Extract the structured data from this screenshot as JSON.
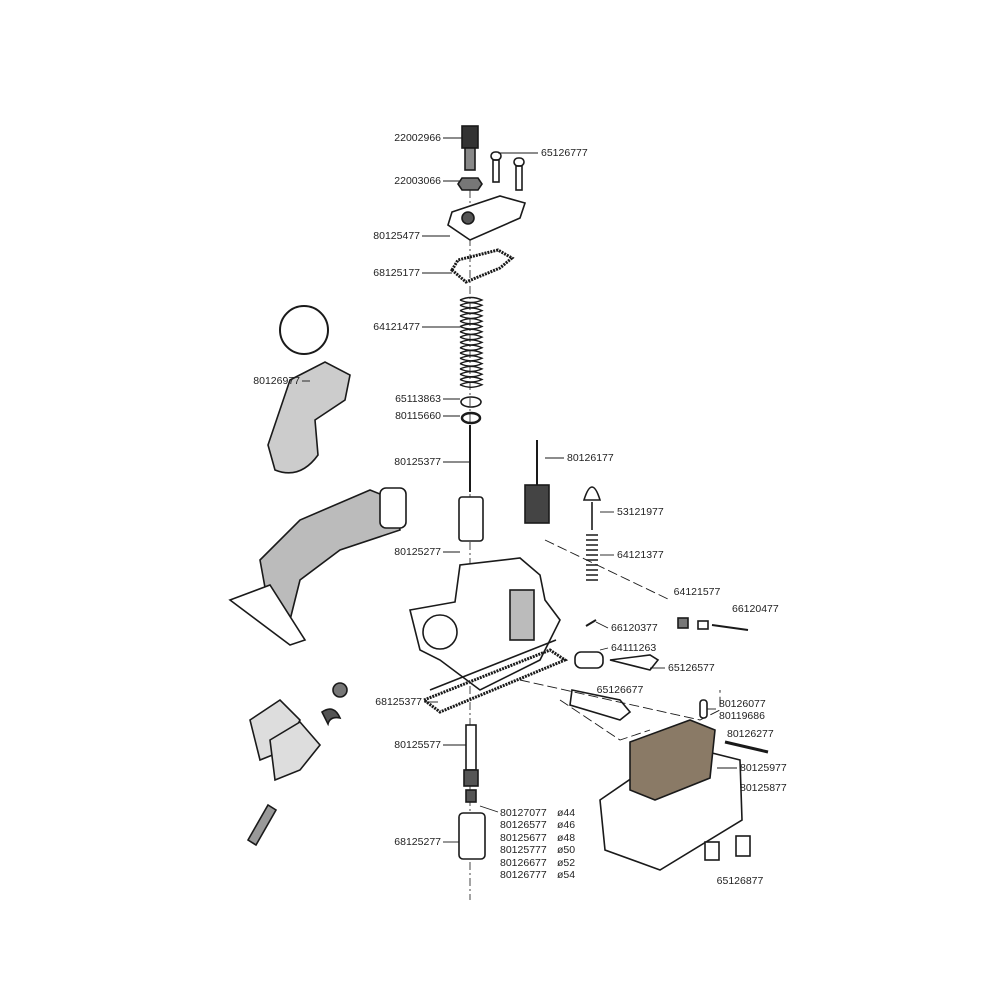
{
  "diagram": {
    "type": "exploded parts diagram (carburetor)",
    "part_labels": [
      "22002966",
      "22003066",
      "65126777",
      "80125477",
      "68125177",
      "64121477",
      "80126977",
      "65113863",
      "80115660",
      "80125377",
      "80126177",
      "53121977",
      "80125277",
      "64121377",
      "64121577",
      "66120477",
      "66120377",
      "64111263",
      "65126577",
      "65126677",
      "68125377",
      "80126077",
      "80119686",
      "80125577",
      "80126277",
      "80125977",
      "80125877",
      "68125277",
      "65126877"
    ],
    "jet_table": [
      {
        "part": "80127077",
        "size": "ø44"
      },
      {
        "part": "80126577",
        "size": "ø46"
      },
      {
        "part": "80125677",
        "size": "ø48"
      },
      {
        "part": "80125777",
        "size": "ø50"
      },
      {
        "part": "80126677",
        "size": "ø52"
      },
      {
        "part": "80126777",
        "size": "ø54"
      }
    ],
    "line_color": "#1a1a1a"
  }
}
